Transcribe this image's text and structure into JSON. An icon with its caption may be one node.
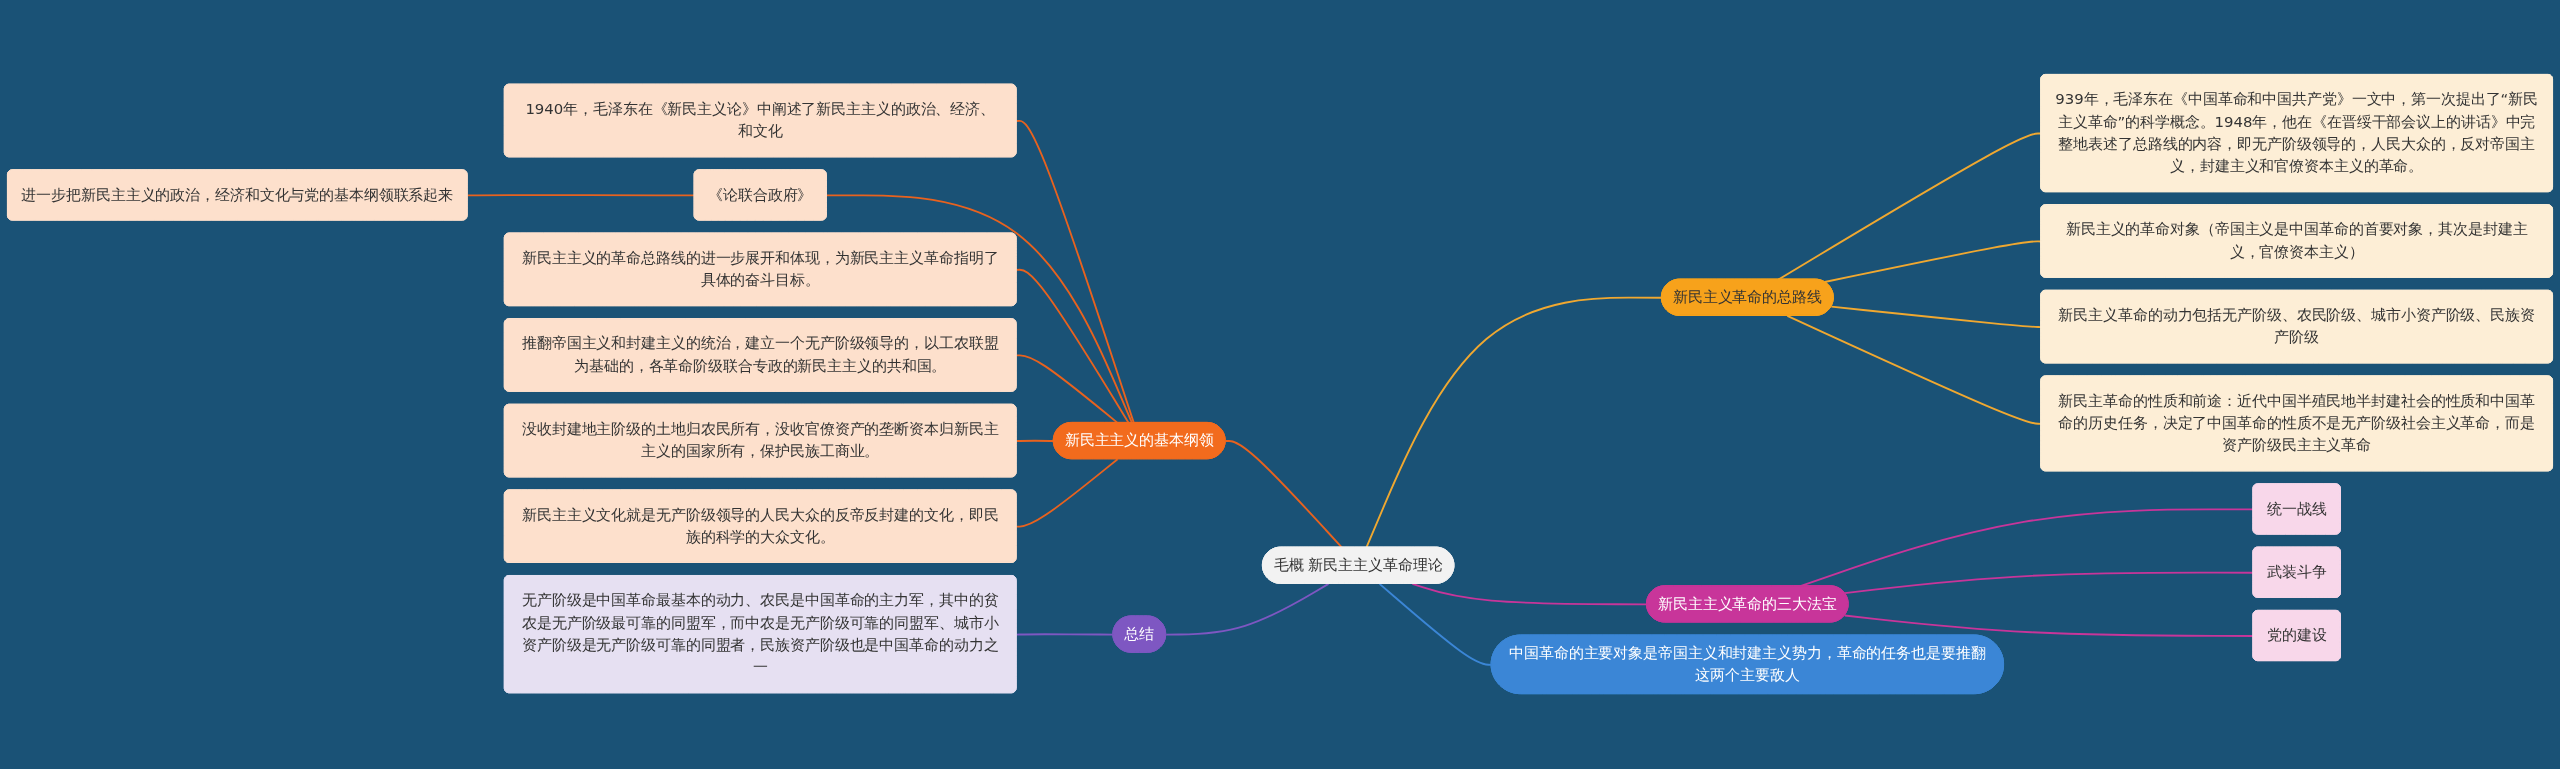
{
  "diagram": {
    "nodes": [
      {
        "text": [
          "毛概 新民主主义革命理论"
        ]
      },
      {
        "text": [
          "新民主主义的基本纲领"
        ]
      },
      {
        "text": [
          "1940年，毛泽东在《新民主义论》中阐述了新民主主义的政治、经济、和文化"
        ]
      },
      {
        "text": [
          "《论联合政府》"
        ]
      },
      {
        "text": [
          "进一步把新民主主义的政治，经济和文化与党的基本纲领联系起来"
        ]
      },
      {
        "text": [
          "新民主主义的革命总路线的进一步展开和体现，为新民主主义革命指明了具体的奋斗目标。"
        ]
      },
      {
        "text": [
          "推翻帝国主义和封建主义的统治，建立一个无产阶级领导的，以工农联盟为基础的，各革命阶级联合专政的新民主主义的共和国。"
        ]
      },
      {
        "text": [
          "没收封建地主阶级的土地归农民所有，没收官僚资产的垄断资本归新民主主义的国家所有，保护民族工商业。"
        ]
      },
      {
        "text": [
          "新民主主义文化就是无产阶级领导的人民大众的反帝反封建的文化，即民族的科学的大众文化。"
        ]
      },
      {
        "text": [
          "总结"
        ]
      },
      {
        "text": [
          "无产阶级是中国革命最基本的动力、农民是中国革命的主力军，其中的贫农是无产阶级最可靠的同盟军，而中农是无产阶级可靠的同盟军、城市小资产阶级是无产阶级可靠的同盟者，民族资产阶级也是中国革命的动力之一"
        ]
      },
      {
        "text": [
          "新民主义革命的总路线"
        ]
      },
      {
        "text": [
          "939年，毛泽东在《中国革命和中国共产党》一文中，第一次提出了“新民主义革命”的科学概念。1948年，他在《在晋绥干部会议上的讲话》中完整地表述了总路线的内容，即无产阶级领导的，人民大众的，反对帝国主义，封建主义和官僚资本主义的革命。"
        ]
      },
      {
        "text": [
          "新民主义的革命对象（帝国主义是中国革命的首要对象，其次是封建主义，官僚资本主义）"
        ]
      },
      {
        "text": [
          "新民主义革命的动力包括无产阶级、农民阶级、城市小资产阶级、民族资产阶级"
        ]
      },
      {
        "text": [
          "新民主革命的性质和前途：近代中国半殖民地半封建社会的性质和中国革命的历史任务，决定了中国革命的性质不是无产阶级社会主义革命，而是资产阶级民主主义革命"
        ]
      },
      {
        "text": [
          "新民主主义革命的三大法宝"
        ]
      },
      {
        "text": [
          "统一战线"
        ]
      },
      {
        "text": [
          "武装斗争"
        ]
      },
      {
        "text": [
          "党的建设"
        ]
      },
      {
        "text": [
          "中国革命的主要对象是帝国主义和封建主义势力，革命的任务也是要推翻这两个主要敌人"
        ]
      }
    ],
    "edges": [
      {
        "from": 1,
        "to": 0,
        "arrow": "none",
        "color": "#e8621e"
      },
      {
        "from": 2,
        "to": 1,
        "arrow": "none",
        "color": "#e8621e"
      },
      {
        "from": 3,
        "to": 1,
        "arrow": "none",
        "color": "#e8621e"
      },
      {
        "from": 4,
        "to": 3,
        "arrow": "none",
        "color": "#e8621e"
      },
      {
        "from": 5,
        "to": 1,
        "arrow": "none",
        "color": "#e8621e"
      },
      {
        "from": 6,
        "to": 1,
        "arrow": "none",
        "color": "#e8621e"
      },
      {
        "from": 7,
        "to": 1,
        "arrow": "none",
        "color": "#e8621e"
      },
      {
        "from": 8,
        "to": 1,
        "arrow": "none",
        "color": "#e8621e"
      },
      {
        "from": 9,
        "to": 0,
        "arrow": "none",
        "color": "#7e57c2"
      },
      {
        "from": 10,
        "to": 9,
        "arrow": "none",
        "color": "#7e57c2"
      },
      {
        "from": 0,
        "to": 11,
        "arrow": "none",
        "color": "#f0a830"
      },
      {
        "from": 11,
        "to": 12,
        "arrow": "none",
        "color": "#f0a830"
      },
      {
        "from": 11,
        "to": 13,
        "arrow": "none",
        "color": "#f0a830"
      },
      {
        "from": 11,
        "to": 14,
        "arrow": "none",
        "color": "#f0a830"
      },
      {
        "from": 11,
        "to": 15,
        "arrow": "none",
        "color": "#f0a830"
      },
      {
        "from": 0,
        "to": 16,
        "arrow": "none",
        "color": "#c8359a"
      },
      {
        "from": 16,
        "to": 17,
        "arrow": "none",
        "color": "#c8359a"
      },
      {
        "from": 16,
        "to": 18,
        "arrow": "none",
        "color": "#c8359a"
      },
      {
        "from": 16,
        "to": 19,
        "arrow": "none",
        "color": "#c8359a"
      },
      {
        "from": 0,
        "to": 20,
        "arrow": "none",
        "color": "#3b86d6"
      }
    ]
  }
}
